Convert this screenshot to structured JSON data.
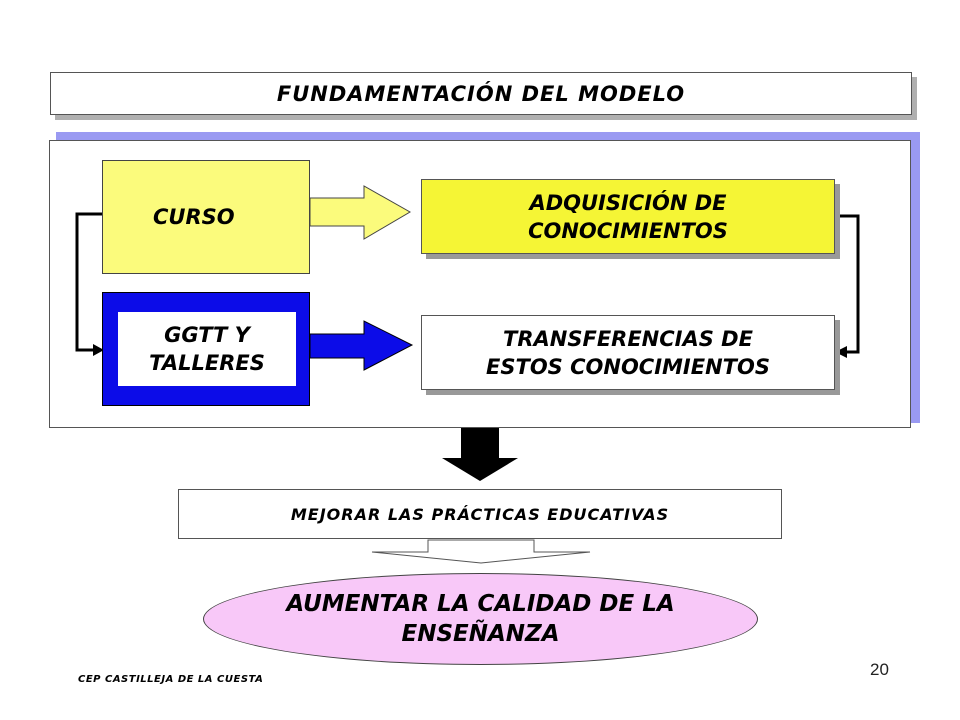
{
  "slide": {
    "title": "FUNDAMENTACIÓN DEL MODELO",
    "curso": "CURSO",
    "ggtt_line1": "GGTT Y",
    "ggtt_line2": "TALLERES",
    "adquisicion_line1": "ADQUISICIÓN DE",
    "adquisicion_line2": "CONOCIMIENTOS",
    "transferencias_line1": "TRANSFERENCIAS DE",
    "transferencias_line2": "ESTOS CONOCIMIENTOS",
    "mejorar": "MEJORAR LAS PRÁCTICAS EDUCATIVAS",
    "aumentar_line1": "AUMENTAR LA CALIDAD DE LA",
    "aumentar_line2": "ENSEÑANZA",
    "footer": "CEP CASTILLEJA DE LA CUESTA",
    "page_number": "20"
  },
  "colors": {
    "curso_fill": "#fbfb7c",
    "adquisicion_fill": "#f5f535",
    "ggtt_fill": "#0c0ce8",
    "panel_shadow": "#9a9af2",
    "ellipse_fill": "#f8c8f8"
  }
}
